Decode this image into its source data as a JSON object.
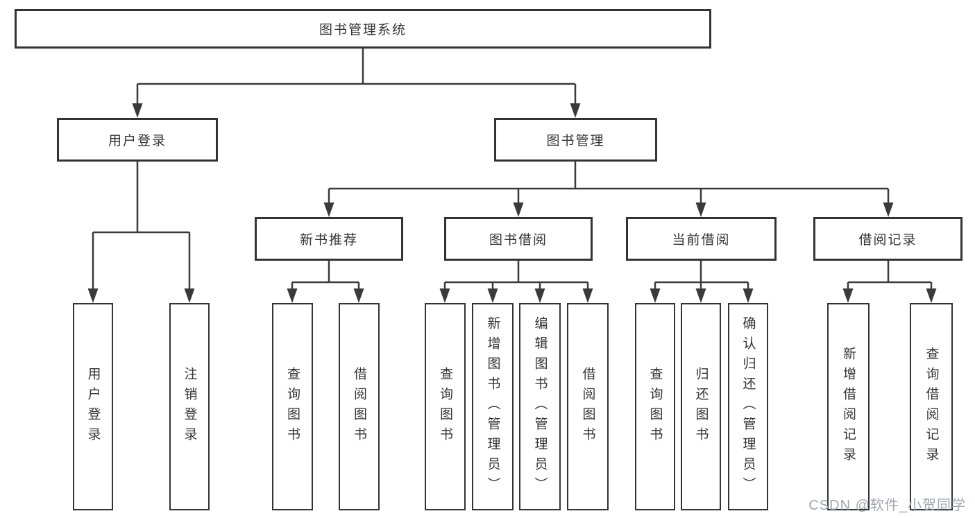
{
  "tree": {
    "label": "图书管理系统",
    "children": [
      {
        "label": "用户登录",
        "children": [
          {
            "label": "用户登录"
          },
          {
            "label": "注销登录"
          }
        ]
      },
      {
        "label": "图书管理",
        "children": [
          {
            "label": "新书推荐",
            "children": [
              {
                "label": "查询图书"
              },
              {
                "label": "借阅图书"
              }
            ]
          },
          {
            "label": "图书借阅",
            "children": [
              {
                "label": "查询图书"
              },
              {
                "label": "新增图书（管理员）"
              },
              {
                "label": "编辑图书（管理员）"
              },
              {
                "label": "借阅图书"
              }
            ]
          },
          {
            "label": "当前借阅",
            "children": [
              {
                "label": "查询图书"
              },
              {
                "label": "归还图书"
              },
              {
                "label": "确认归还（管理员）"
              }
            ]
          },
          {
            "label": "借阅记录",
            "children": [
              {
                "label": "新增借阅记录"
              },
              {
                "label": "查询借阅记录"
              }
            ]
          }
        ]
      }
    ]
  },
  "watermark": {
    "text": "CSDN @软件_小贺同学"
  },
  "colors": {
    "border": "#333333",
    "line": "#3a3a3a",
    "text": "#333333",
    "background": "#ffffff",
    "watermark": "#a0a4ae"
  }
}
